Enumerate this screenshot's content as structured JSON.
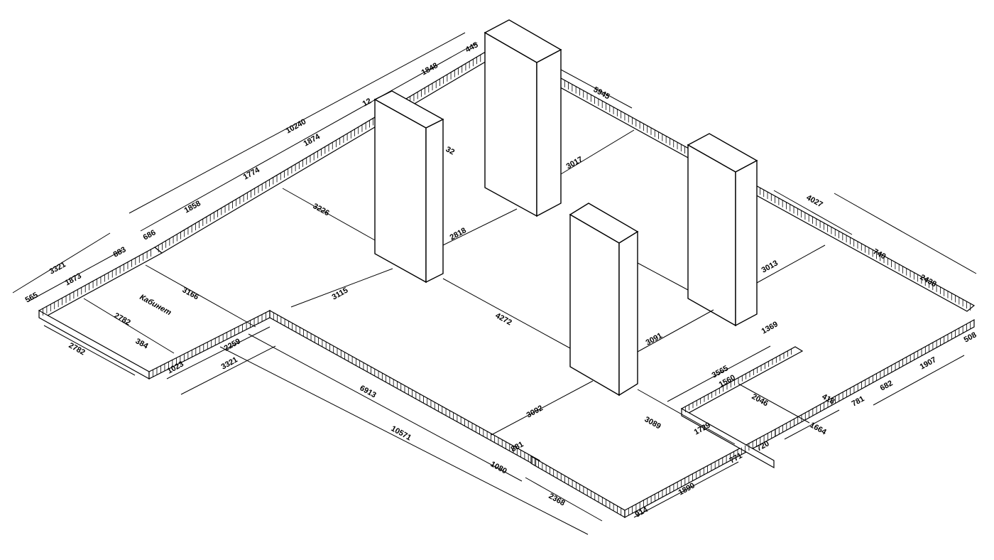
{
  "room_label": "Кабинет",
  "dimensions": {
    "top_outer": "10240",
    "top_seg_1": "1848",
    "top_seg_2": "445",
    "top_seg_3": "1874",
    "top_seg_4": "1774",
    "top_seg_5": "1858",
    "top_seg_6": "686",
    "top_small": "12",
    "col_gap_a": "3226",
    "col_gap_b": "2818",
    "col_gap_c": "3017",
    "col_small": "32",
    "right_top": "5945",
    "right_outer": "4027",
    "right_seg": "2438",
    "right_small": "740",
    "left_outer": "3321",
    "left_seg_1": "1873",
    "left_seg_2": "883",
    "left_seg_3": "565",
    "room_depth": "3166",
    "room_width": "2782",
    "room_width_2": "2782",
    "room_small": "384",
    "room_gap": "1023",
    "room_wall": "2259",
    "room_bottom": "3321",
    "center_a": "3115",
    "center_b": "4272",
    "center_c": "3013",
    "center_d": "3091",
    "center_e": "3092",
    "bottom_inner": "6913",
    "bottom_outer": "10571",
    "bottom_small": "1080",
    "bottom_seg": "2368",
    "bottom_914": "914",
    "bottom_1890": "1890",
    "br_3089": "3089",
    "br_1729": "1729",
    "br_771": "771",
    "br_720": "720",
    "br_1664": "1664",
    "br_2046": "2046",
    "br_3565": "3565",
    "br_1560": "1560",
    "br_418": "418",
    "br_781": "781",
    "br_682": "682",
    "br_1907": "1907",
    "br_508": "508",
    "br_1369": "1369",
    "br_881": "881"
  }
}
